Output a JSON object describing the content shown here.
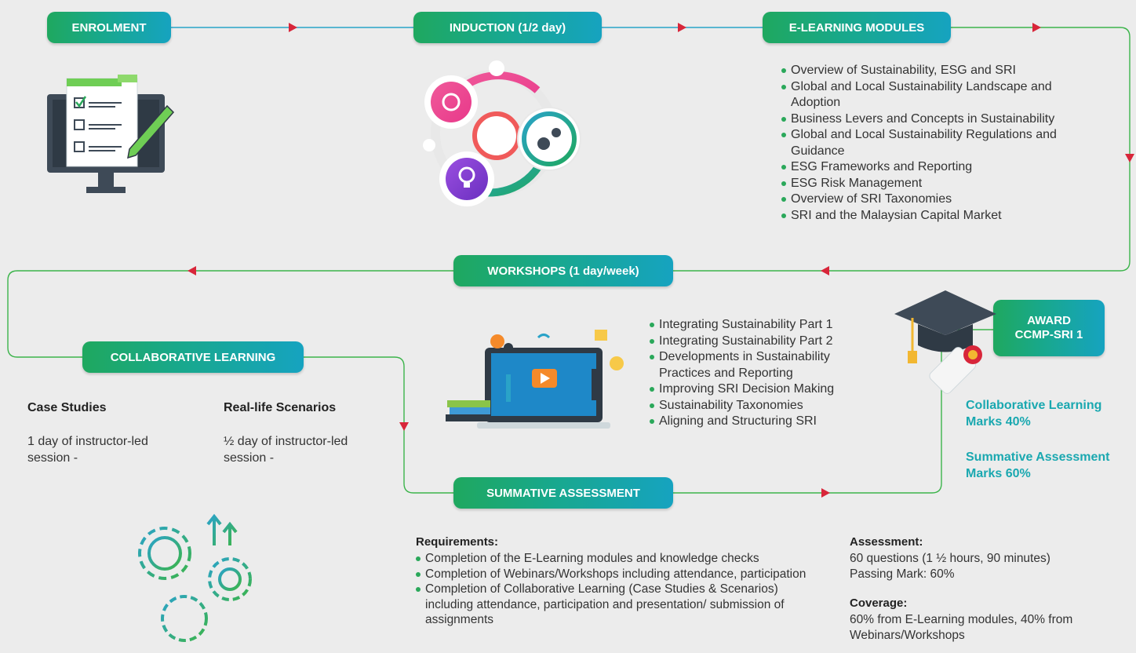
{
  "colors": {
    "line_green": "#3cb44b",
    "line_teal": "#2aa3c8",
    "arrow": "#d8263a",
    "pill_from": "#1fa85f",
    "pill_to": "#16a3c0",
    "accent_teal": "#1aa8b0"
  },
  "stages": {
    "enrolment": "ENROLMENT",
    "induction": "INDUCTION (1/2 day)",
    "elearning": "E-LEARNING MODULES",
    "workshops": "WORKSHOPS (1 day/week)",
    "collaborative": "COLLABORATIVE LEARNING",
    "summative": "SUMMATIVE ASSESSMENT",
    "award_line1": "AWARD",
    "award_line2": "CCMP-SRI 1"
  },
  "elearning_modules": [
    "Overview of Sustainability, ESG and SRI",
    "Global and Local Sustainability Landscape and Adoption",
    "Business Levers and Concepts in Sustainability",
    "Global and Local Sustainability Regulations and Guidance",
    "ESG Frameworks and Reporting",
    "ESG Risk Management",
    "Overview of SRI Taxonomies",
    "SRI and the Malaysian Capital Market"
  ],
  "workshop_topics": [
    "Integrating Sustainability Part 1",
    "Integrating Sustainability Part 2",
    "Developments in Sustainability Practices and Reporting",
    "Improving SRI Decision Making",
    "Sustainability Taxonomies",
    "Aligning and Structuring SRI"
  ],
  "collaborative": {
    "case_studies": {
      "title": "Case Studies",
      "desc": "1 day of instructor-led session -"
    },
    "real_life": {
      "title": "Real-life Scenarios",
      "desc": "½ day of instructor-led session -"
    }
  },
  "award_marks": {
    "collab": "Collaborative Learning Marks 40%",
    "summative": "Summative Assessment Marks 60%"
  },
  "requirements": {
    "title": "Requirements:",
    "items": [
      "Completion of the E-Learning modules and knowledge checks",
      "Completion of Webinars/Workshops including attendance, participation",
      "Completion of Collaborative Learning (Case Studies & Scenarios) including attendance, participation and presentation/ submission of assignments"
    ]
  },
  "assessment": {
    "title": "Assessment:",
    "line1": "60 questions (1 ½ hours, 90 minutes)",
    "line2": "Passing Mark: 60%"
  },
  "coverage": {
    "title": "Coverage:",
    "text": "60% from E-Learning modules, 40% from Webinars/Workshops"
  },
  "icons": {
    "enrolment": "computer-checklist-icon",
    "induction": "induction-cycle-icon",
    "workshops": "laptop-video-workshop-icon",
    "award": "graduation-cap-diploma-icon",
    "collaborative": "gears-arrows-icon"
  }
}
